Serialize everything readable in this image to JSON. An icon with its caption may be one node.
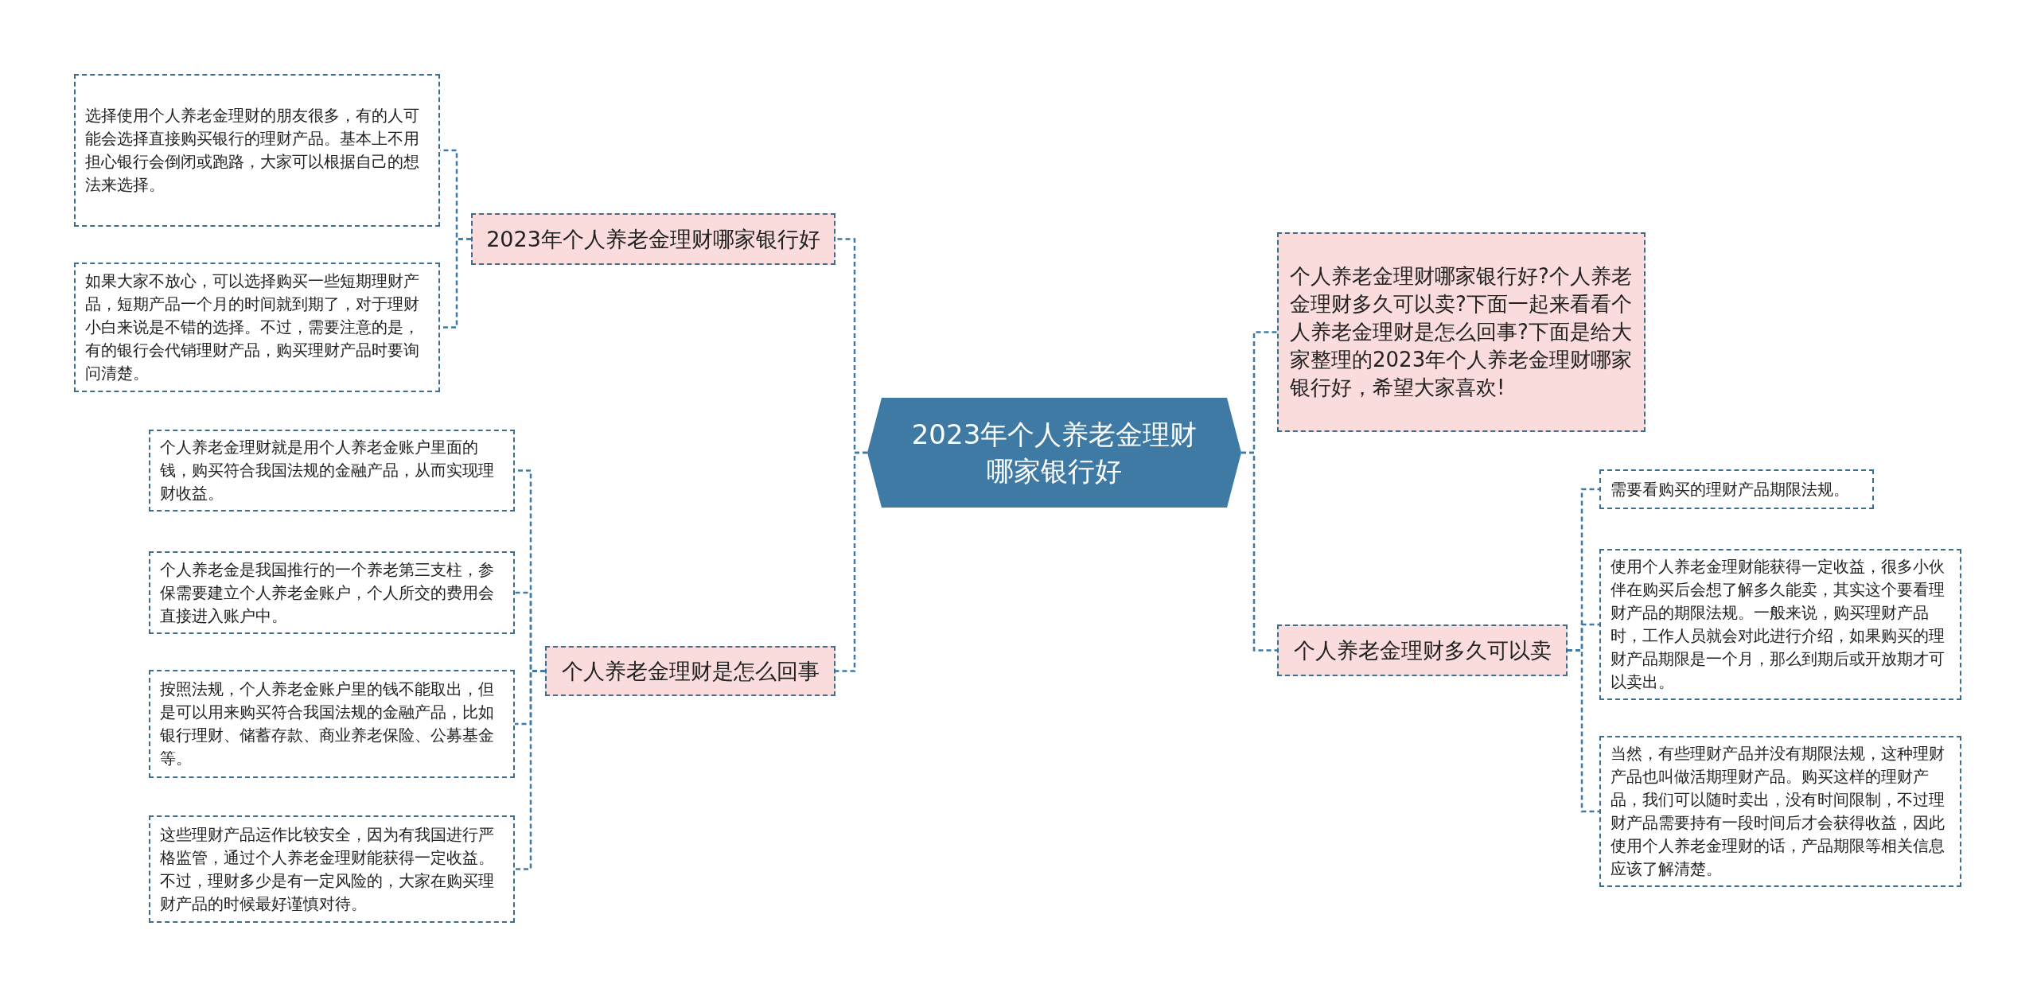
{
  "diagram": {
    "nodes": [
      {
        "text": [
          "2023年个人养老金理财哪家银行好"
        ]
      },
      {
        "text": [
          "2023年个人养老金理财哪家银行好"
        ]
      },
      {
        "text": [
          "选择使用个人养老金理财的朋友很多，有的人可能会选择直接购买银行的理财产品。基本上不用担心银行会倒闭或跑路，大家可以根据自己的想法来选择。"
        ]
      },
      {
        "text": [
          "如果大家不放心，可以选择购买一些短期理财产品，短期产品一个月的时间就到期了，对于理财小白来说是不错的选择。不过，需要注意的是，有的银行会代销理财产品，购买理财产品时要询问清楚。"
        ]
      },
      {
        "text": [
          "个人养老金理财是怎么回事"
        ]
      },
      {
        "text": [
          "个人养老金理财就是用个人养老金账户里面的钱，购买符合我国法规的金融产品，从而实现理财收益。"
        ]
      },
      {
        "text": [
          "个人养老金是我国推行的一个养老第三支柱，参保需要建立个人养老金账户，个人所交的费用会直接进入账户中。"
        ]
      },
      {
        "text": [
          "按照法规，个人养老金账户里的钱不能取出，但是可以用来购买符合我国法规的金融产品，比如银行理财、储蓄存款、商业养老保险、公募基金等。"
        ]
      },
      {
        "text": [
          "这些理财产品运作比较安全，因为有我国进行严格监管，通过个人养老金理财能获得一定收益。不过，理财多少是有一定风险的，大家在购买理财产品的时候最好谨慎对待。"
        ]
      },
      {
        "text": [
          "个人养老金理财哪家银行好?个人养老金理财多久可以卖?下面一起来看看个人养老金理财是怎么回事?下面是给大家整理的2023年个人养老金理财哪家银行好，希望大家喜欢!"
        ]
      },
      {
        "text": [
          "个人养老金理财多久可以卖"
        ]
      },
      {
        "text": [
          "需要看购买的理财产品期限法规。"
        ]
      },
      {
        "text": [
          "使用个人养老金理财能获得一定收益，很多小伙伴在购买后会想了解多久能卖，其实这个要看理财产品的期限法规。一般来说，购买理财产品时，工作人员就会对此进行介绍，如果购买的理财产品期限是一个月，那么到期后或开放期才可以卖出。"
        ]
      },
      {
        "text": [
          "当然，有些理财产品并没有期限法规，这种理财产品也叫做活期理财产品。购买这样的理财产品，我们可以随时卖出，没有时间限制，不过理财产品需要持有一段时间后才会获得收益，因此使用个人养老金理财的话，产品期限等相关信息应该了解清楚。"
        ]
      }
    ],
    "edges": [
      {
        "from": 0,
        "to": 1,
        "arrow": "none"
      },
      {
        "from": 1,
        "to": 2,
        "arrow": "none"
      },
      {
        "from": 1,
        "to": 3,
        "arrow": "none"
      },
      {
        "from": 0,
        "to": 4,
        "arrow": "none"
      },
      {
        "from": 4,
        "to": 5,
        "arrow": "none"
      },
      {
        "from": 4,
        "to": 6,
        "arrow": "none"
      },
      {
        "from": 4,
        "to": 7,
        "arrow": "none"
      },
      {
        "from": 4,
        "to": 8,
        "arrow": "none"
      },
      {
        "from": 0,
        "to": 9,
        "arrow": "none"
      },
      {
        "from": 0,
        "to": 10,
        "arrow": "none"
      },
      {
        "from": 10,
        "to": 11,
        "arrow": "none"
      },
      {
        "from": 10,
        "to": 12,
        "arrow": "none"
      },
      {
        "from": 10,
        "to": 13,
        "arrow": "none"
      }
    ]
  }
}
